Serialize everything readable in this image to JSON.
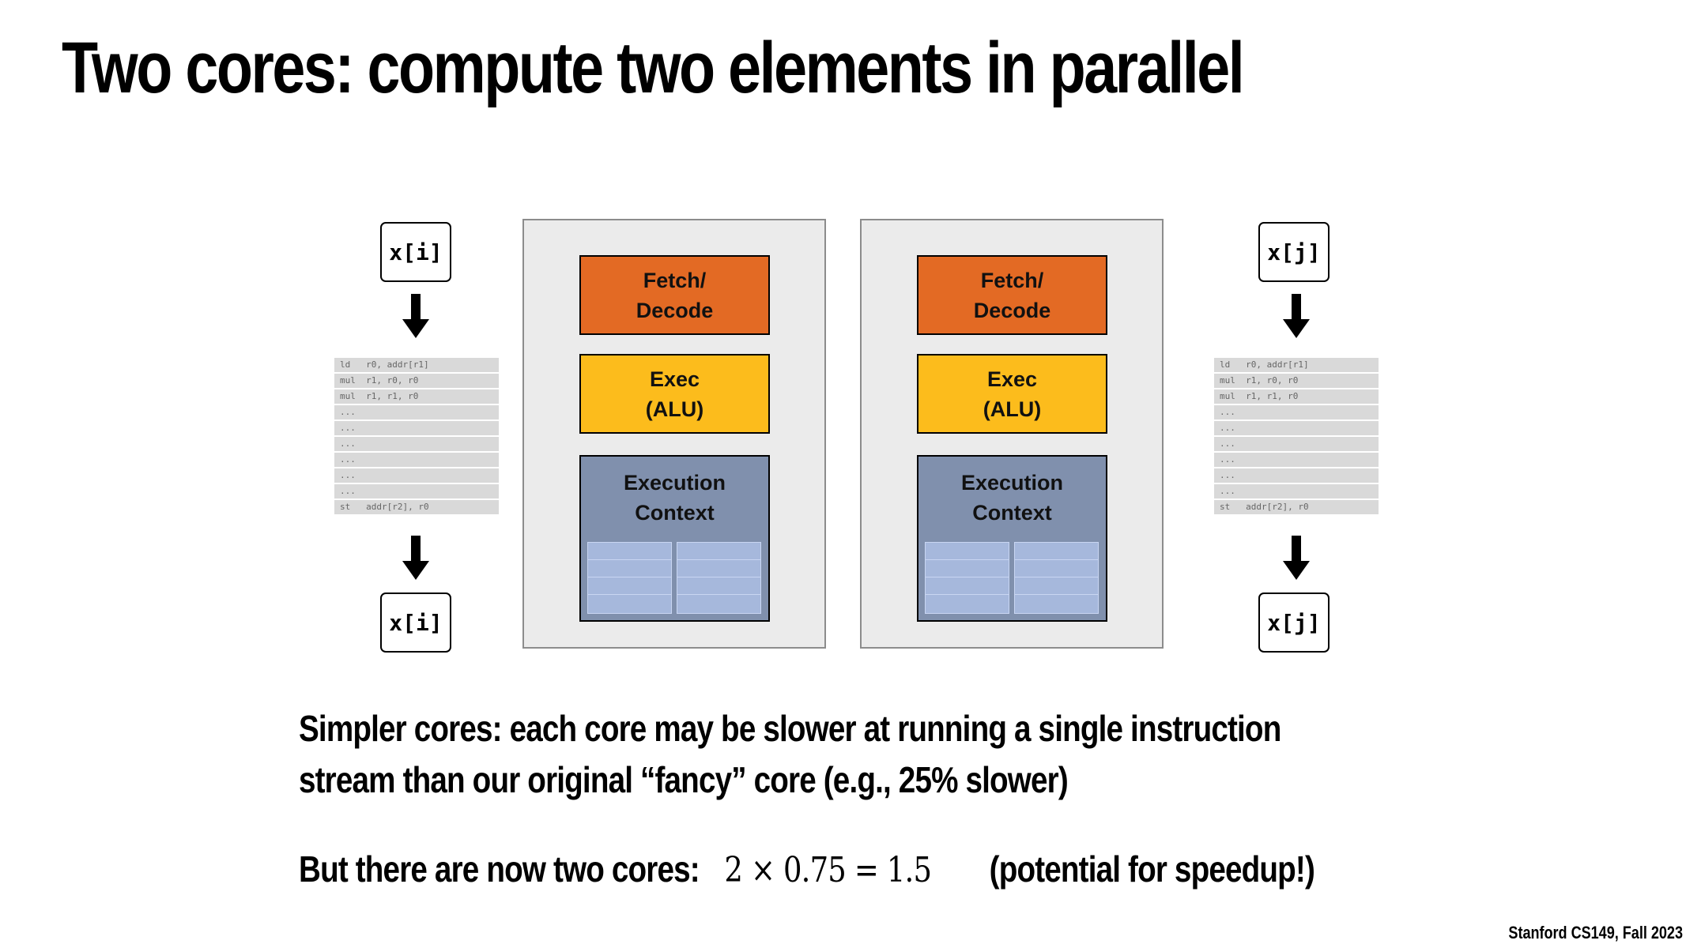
{
  "slide": {
    "title": "Two cores: compute two elements in parallel",
    "footer": "Stanford CS149, Fall 2023"
  },
  "left_thread": {
    "input_label": "x[i]",
    "output_label": "x[i]",
    "code": [
      "ld   r0, addr[r1]",
      "mul  r1, r0, r0",
      "mul  r1, r1, r0",
      "...",
      "...",
      "...",
      "...",
      "...",
      "...",
      "st   addr[r2], r0"
    ]
  },
  "right_thread": {
    "input_label": "x[j]",
    "output_label": "x[j]",
    "code": [
      "ld   r0, addr[r1]",
      "mul  r1, r0, r0",
      "mul  r1, r1, r0",
      "...",
      "...",
      "...",
      "...",
      "...",
      "...",
      "st   addr[r2], r0"
    ]
  },
  "cores": [
    {
      "fetch_line1": "Fetch/",
      "fetch_line2": "Decode",
      "exec_line1": "Exec",
      "exec_line2": "(ALU)",
      "ctx_line1": "Execution",
      "ctx_line2": "Context"
    },
    {
      "fetch_line1": "Fetch/",
      "fetch_line2": "Decode",
      "exec_line1": "Exec",
      "exec_line2": "(ALU)",
      "ctx_line1": "Execution",
      "ctx_line2": "Context"
    }
  ],
  "text": {
    "line1": "Simpler cores: each core may be slower at running a single instruction",
    "line2": "stream than our original “fancy” core (e.g., 25% slower)",
    "line3_prefix": "But there are now two cores:",
    "equation": "2 × 0.75 = 1.5",
    "line3_suffix": "(potential for speedup!)"
  },
  "colors": {
    "fetch": "#e36a24",
    "exec": "#fcbc1c",
    "context": "#8090ad",
    "core_bg": "#ebebeb"
  }
}
